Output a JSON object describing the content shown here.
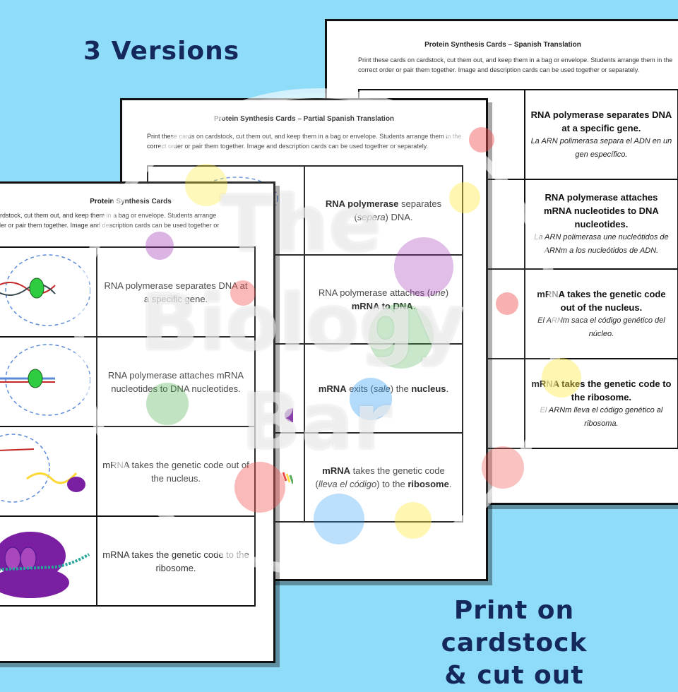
{
  "headline_versions": "3 Versions",
  "headline_print_1": "Print on cardstock",
  "headline_print_2": "& cut out",
  "colors": {
    "background": "#8fdcf8",
    "headline": "#15285c",
    "purple": "#7b1fa2",
    "green": "#2ecc40"
  },
  "watermark": {
    "line1": "The",
    "line2": "Biology",
    "line3": "Bar"
  },
  "sheet_spanish": {
    "title": "Protein Synthesis Cards – Spanish Translation",
    "instructions": "Print these cards on cardstock, cut them out, and keep them in a bag or envelope. Students arrange them in the correct order or pair them together. Image and description cards can be used together or separately.",
    "cards": [
      {
        "en": "RNA polymerase separates DNA at a specific gene.",
        "es": "La ARN polimerasa separa el ADN en un gen específico."
      },
      {
        "en": "RNA polymerase attaches mRNA nucleotides to DNA nucleotides.",
        "es": "La ARN polimerasa une nucleótidos de ARNm a los nucleótidos de ADN."
      },
      {
        "en": "mRNA takes the genetic code out of the nucleus.",
        "es": "El ARNm saca el código genético del núcleo."
      },
      {
        "en": "mRNA takes the genetic code to the ribosome.",
        "es": "El ARNm lleva el código genético al ribosoma."
      }
    ]
  },
  "sheet_partial": {
    "title": "Protein Synthesis Cards – Partial Spanish Translation",
    "instructions": "Print these cards on cardstock, cut them out, and keep them in a bag or envelope. Students arrange them in the correct order or pair them together. Image and description cards can be used together or separately.",
    "c1_bold": "RNA polymerase",
    "c1_rest": " separates",
    "c1_open": "(",
    "c1_it": "sepera",
    "c1_close": ") DNA.",
    "c2_a": "RNA polymerase attaches (",
    "c2_it": "une",
    "c2_b": ")",
    "c2_bold": "mRNA to DNA",
    "c2_c": ".",
    "c3_bold1": "mRNA",
    "c3_a": " exits (",
    "c3_it": "sale",
    "c3_b": ") the ",
    "c3_bold2": "nucleus",
    "c3_c": ".",
    "c4_bold1": "mRNA",
    "c4_a": " takes the genetic code",
    "c4_open": "(",
    "c4_it": "lleva el código",
    "c4_b": ") to the ",
    "c4_bold2": "ribosome",
    "c4_c": "."
  },
  "sheet_english": {
    "title": "Protein Synthesis Cards",
    "instr_1": "n cardstock, cut them out, and keep them in a bag or envelope. Students arrange",
    "instr_2": "t order or pair them together. Image and description cards can be used together or",
    "cards": [
      "RNA polymerase separates DNA at a specific gene.",
      "RNA polymerase attaches mRNA nucleotides to DNA nucleotides.",
      "mRNA takes the genetic code out of the nucleus.",
      "mRNA takes the genetic code to the ribosome."
    ]
  }
}
